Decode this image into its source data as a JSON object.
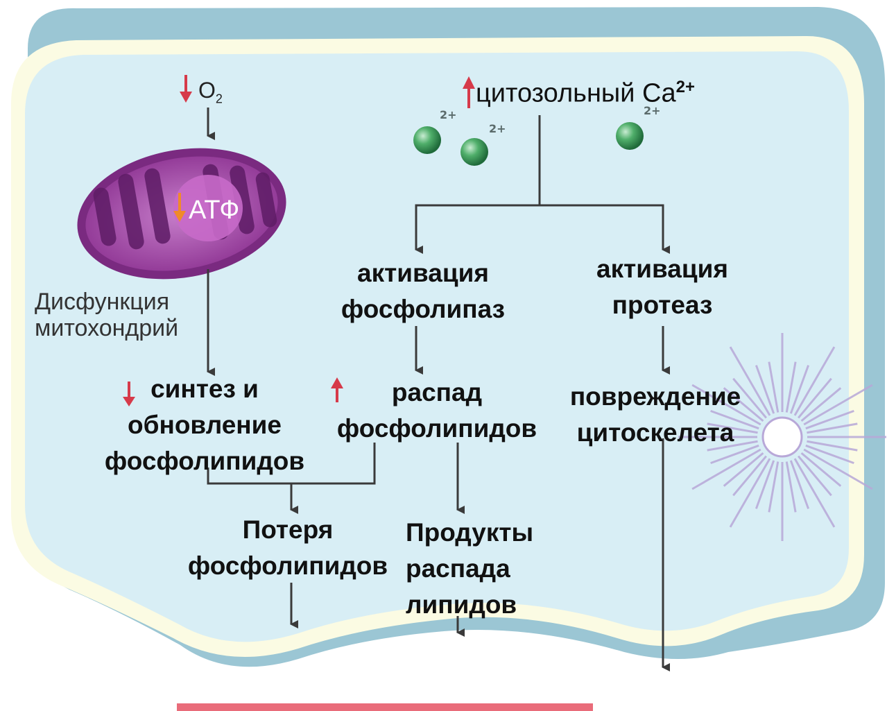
{
  "colors": {
    "cell_fill": "#d8eef5",
    "membrane": "#fbfbe3",
    "membrane_shadow": "#9bc6d4",
    "arrow": "#3a3a3a",
    "up_arrow": "#d63a4a",
    "down_arrow": "#d63a4a",
    "atp_arrow": "#f08a2a",
    "mitochondrion": "#9a3a9e",
    "calcium_ion": "#3c9a5a"
  },
  "labels": {
    "o2": "O",
    "o2_sub": "2",
    "atp": "АТФ",
    "cytosolic_ca": "цитозольный Ca",
    "cytosolic_ca_sup": "2+",
    "ion_charge": "2+",
    "mito_dysfunction": "Дисфункция\nмитохондрий",
    "activation_phospholipase": "активация\nфосфолипаз",
    "activation_protease": "активация\nпротеаз",
    "synthesis": "синтез и\nобновление\nфосфолипидов",
    "breakdown": "распад\nфосфолипидов",
    "cytoskeleton_damage": "повреждение\nцитоскелета",
    "phospholipid_loss": "Потеря\nфосфолипидов",
    "lipid_products": "Продукты\nраспада\nлипидов"
  }
}
